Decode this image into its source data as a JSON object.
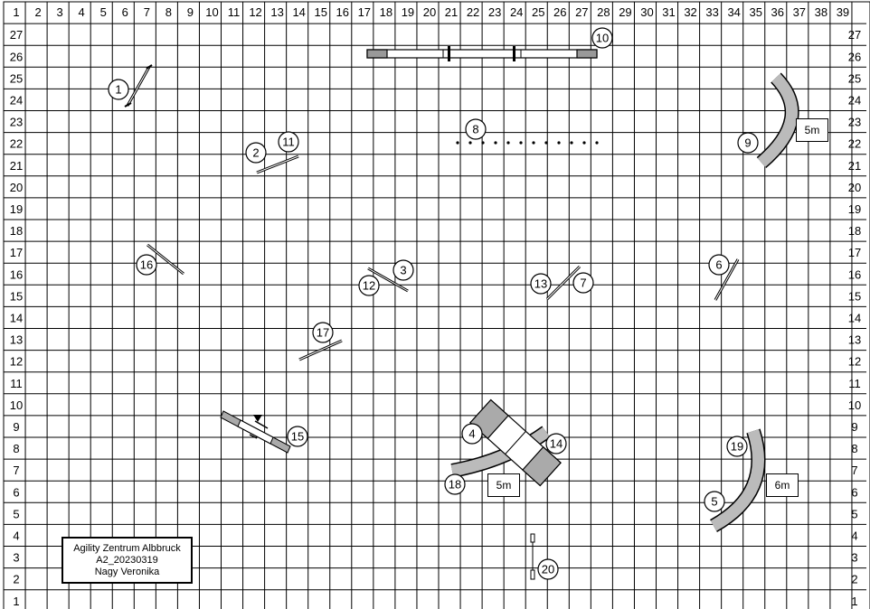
{
  "grid": {
    "columns": 39,
    "rows": 27
  },
  "info_box": {
    "line1": "Agility Zentrum Albbruck",
    "line2": "A2_20230319",
    "line3": "Nagy Veronika"
  },
  "distance_labels": [
    "5m",
    "5m",
    "6m"
  ],
  "obstacle_numbers": [
    "1",
    "2",
    "3",
    "4",
    "5",
    "6",
    "7",
    "8",
    "9",
    "10",
    "11",
    "12",
    "13",
    "14",
    "15",
    "16",
    "17",
    "18",
    "19",
    "20"
  ],
  "colors": {
    "tunnel_fill": "#bbbbbb",
    "grid": "#000000",
    "background": "#ffffff"
  }
}
